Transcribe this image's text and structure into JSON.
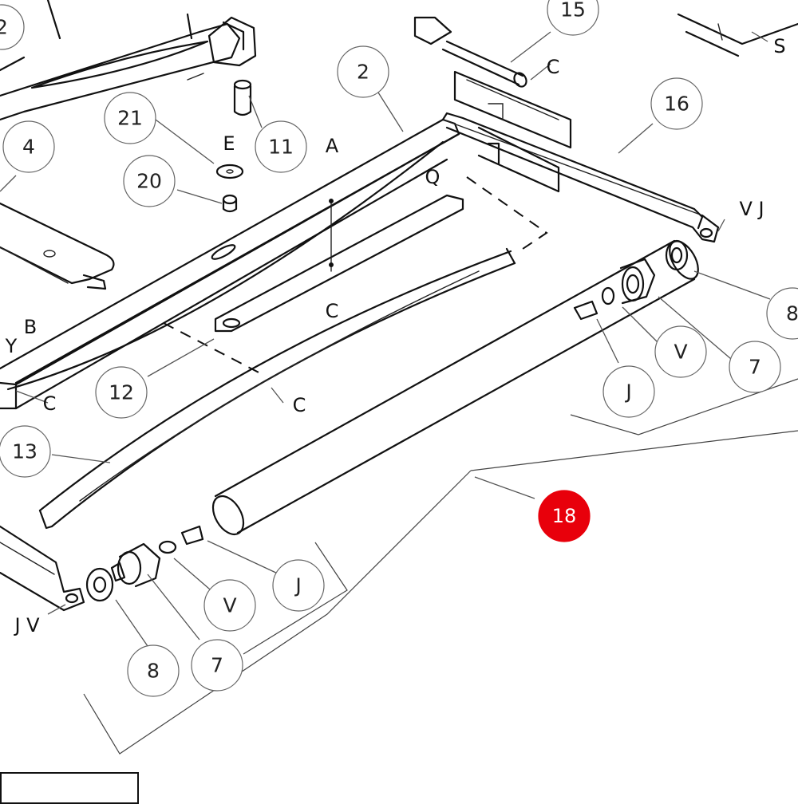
{
  "callouts": {
    "c2_top_left": "2",
    "c2": "2",
    "c4": "4",
    "c21": "21",
    "c20": "20",
    "c11": "11",
    "c16": "16",
    "c15": "15",
    "c12": "12",
    "c13": "13",
    "c18": "18",
    "c8_right": "8",
    "c7_right": "7",
    "cV_right": "V",
    "cJ_right": "J",
    "cJ_bottom": "J",
    "cV_bottom": "V",
    "c7_bottom": "7",
    "c8_bottom": "8"
  },
  "letters": {
    "e": "E",
    "a": "A",
    "c_center": "C",
    "c_top_right": "C",
    "c_left": "C",
    "c_mid": "C",
    "q": "Q",
    "vj_right": "V J",
    "y": "Y",
    "b": "B",
    "s": "S",
    "jv_bottom_left": "J V"
  },
  "highlight_color": "#e8000b"
}
